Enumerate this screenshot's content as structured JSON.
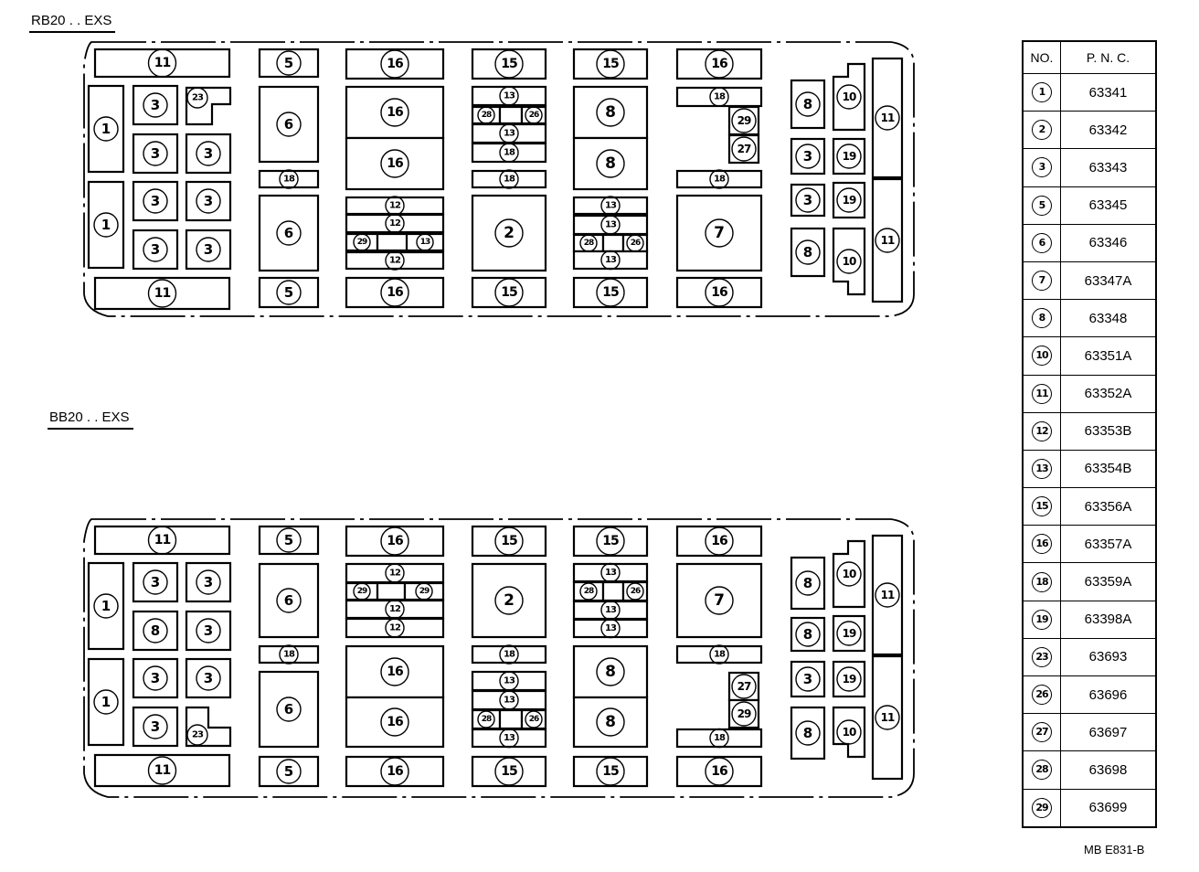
{
  "titles": {
    "top": "RB20 . . EXS",
    "bottom": "BB20 . . EXS"
  },
  "table": {
    "col_no": "NO.",
    "col_pnc": "P. N. C.",
    "rows": [
      {
        "no": "1",
        "pnc": "63341"
      },
      {
        "no": "2",
        "pnc": "63342"
      },
      {
        "no": "3",
        "pnc": "63343"
      },
      {
        "no": "5",
        "pnc": "63345"
      },
      {
        "no": "6",
        "pnc": "63346"
      },
      {
        "no": "7",
        "pnc": "63347A"
      },
      {
        "no": "8",
        "pnc": "63348"
      },
      {
        "no": "10",
        "pnc": "63351A"
      },
      {
        "no": "11",
        "pnc": "63352A"
      },
      {
        "no": "12",
        "pnc": "63353B"
      },
      {
        "no": "13",
        "pnc": "63354B"
      },
      {
        "no": "15",
        "pnc": "63356A"
      },
      {
        "no": "16",
        "pnc": "63357A"
      },
      {
        "no": "18",
        "pnc": "63359A"
      },
      {
        "no": "19",
        "pnc": "63398A"
      },
      {
        "no": "23",
        "pnc": "63693"
      },
      {
        "no": "26",
        "pnc": "63696"
      },
      {
        "no": "27",
        "pnc": "63697"
      },
      {
        "no": "28",
        "pnc": "63698"
      },
      {
        "no": "29",
        "pnc": "63699"
      }
    ]
  },
  "drawing_code": "MB E831-B",
  "layouts": {
    "top": {
      "cells": [
        {
          "id": "11"
        },
        {
          "id": "1"
        },
        {
          "id": "3"
        },
        {
          "id": "23"
        },
        {
          "id": "3"
        },
        {
          "id": "3"
        },
        {
          "id": "1"
        },
        {
          "id": "3"
        },
        {
          "id": "3"
        },
        {
          "id": "3"
        },
        {
          "id": "3"
        },
        {
          "id": "11"
        },
        {
          "id": "5"
        },
        {
          "id": "6"
        },
        {
          "id": "18"
        },
        {
          "id": "6"
        },
        {
          "id": "5"
        },
        {
          "id": "16"
        },
        {
          "id": "16"
        },
        {
          "id": "16"
        },
        {
          "id": "12"
        },
        {
          "id": "12"
        },
        {
          "id": "29"
        },
        {
          "id": ""
        },
        {
          "id": "13"
        },
        {
          "id": "12"
        },
        {
          "id": "16"
        },
        {
          "id": "15"
        },
        {
          "id": "13"
        },
        {
          "id": "28"
        },
        {
          "id": ""
        },
        {
          "id": "26"
        },
        {
          "id": "13"
        },
        {
          "id": "18"
        },
        {
          "id": "18"
        },
        {
          "id": "2"
        },
        {
          "id": "15"
        },
        {
          "id": "15"
        },
        {
          "id": "8"
        },
        {
          "id": "8"
        },
        {
          "id": "13"
        },
        {
          "id": "13"
        },
        {
          "id": "28"
        },
        {
          "id": ""
        },
        {
          "id": "26"
        },
        {
          "id": "13"
        },
        {
          "id": "15"
        },
        {
          "id": "16"
        },
        {
          "id": "18"
        },
        {
          "id": "29"
        },
        {
          "id": "27"
        },
        {
          "id": "18"
        },
        {
          "id": "7"
        },
        {
          "id": "16"
        },
        {
          "id": "8"
        },
        {
          "id": "3"
        },
        {
          "id": "3"
        },
        {
          "id": "8"
        },
        {
          "id": "10"
        },
        {
          "id": "19"
        },
        {
          "id": "19"
        },
        {
          "id": "10"
        },
        {
          "id": "11"
        },
        {
          "id": "11"
        }
      ]
    },
    "bottom": {
      "cells": [
        {
          "id": "11"
        },
        {
          "id": "1"
        },
        {
          "id": "3"
        },
        {
          "id": "3"
        },
        {
          "id": "8"
        },
        {
          "id": "3"
        },
        {
          "id": "1"
        },
        {
          "id": "3"
        },
        {
          "id": "3"
        },
        {
          "id": "3"
        },
        {
          "id": "23"
        },
        {
          "id": "11"
        },
        {
          "id": "5"
        },
        {
          "id": "6"
        },
        {
          "id": "18"
        },
        {
          "id": "6"
        },
        {
          "id": "5"
        },
        {
          "id": "16"
        },
        {
          "id": "12"
        },
        {
          "id": "29"
        },
        {
          "id": ""
        },
        {
          "id": "29"
        },
        {
          "id": "12"
        },
        {
          "id": "12"
        },
        {
          "id": "16"
        },
        {
          "id": "16"
        },
        {
          "id": "16"
        },
        {
          "id": "15"
        },
        {
          "id": "2"
        },
        {
          "id": "18"
        },
        {
          "id": "13"
        },
        {
          "id": "13"
        },
        {
          "id": "28"
        },
        {
          "id": ""
        },
        {
          "id": "26"
        },
        {
          "id": "13"
        },
        {
          "id": "15"
        },
        {
          "id": "15"
        },
        {
          "id": "13"
        },
        {
          "id": "28"
        },
        {
          "id": ""
        },
        {
          "id": "26"
        },
        {
          "id": "13"
        },
        {
          "id": "13"
        },
        {
          "id": "8"
        },
        {
          "id": "8"
        },
        {
          "id": "15"
        },
        {
          "id": "16"
        },
        {
          "id": "7"
        },
        {
          "id": "18"
        },
        {
          "id": "27"
        },
        {
          "id": "29"
        },
        {
          "id": "18"
        },
        {
          "id": "16"
        },
        {
          "id": "8"
        },
        {
          "id": "8"
        },
        {
          "id": "3"
        },
        {
          "id": "8"
        },
        {
          "id": "10"
        },
        {
          "id": "19"
        },
        {
          "id": "19"
        },
        {
          "id": "10"
        },
        {
          "id": "11"
        },
        {
          "id": "11"
        }
      ]
    }
  }
}
